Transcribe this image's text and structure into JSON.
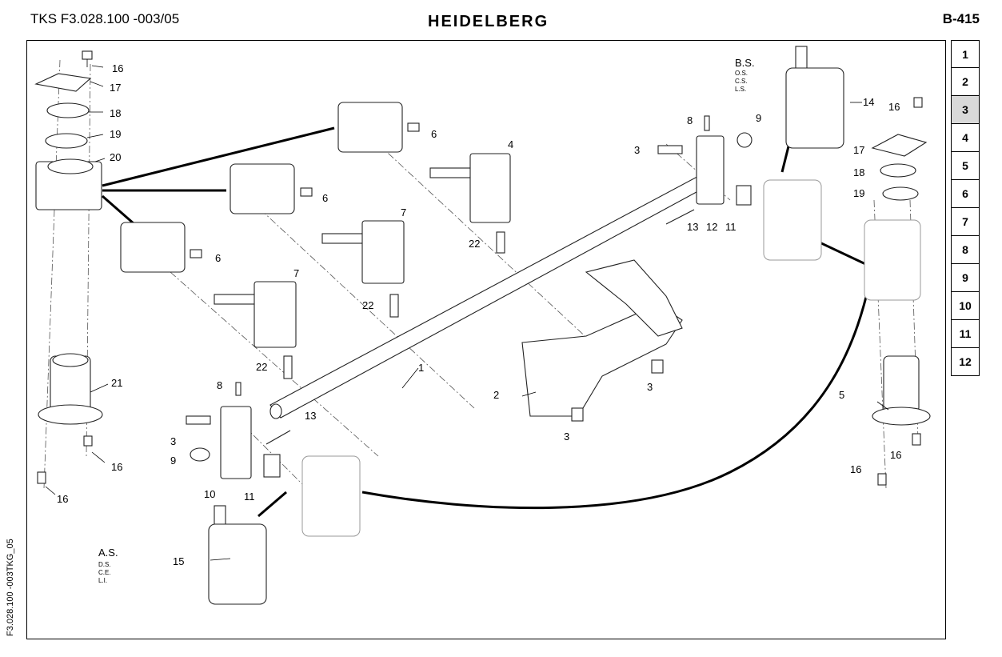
{
  "header": {
    "doc_code": "TKS F3.028.100 -003/05",
    "brand": "HEIDELBERG",
    "page_ref": "B-415"
  },
  "side_code": "F3.028.100 -003TKG_05",
  "tabs": {
    "items": [
      "1",
      "2",
      "3",
      "4",
      "5",
      "6",
      "7",
      "8",
      "9",
      "10",
      "11",
      "12"
    ],
    "active": "3"
  },
  "side_labels": {
    "bs": {
      "title": "B.S.",
      "lines": [
        "O.S.",
        "C.S.",
        "L.S."
      ]
    },
    "as": {
      "title": "A.S.",
      "lines": [
        "D.S.",
        "C.E.",
        "L.I."
      ]
    }
  },
  "callouts": {
    "c1": "1",
    "c2": "2",
    "c3a": "3",
    "c3b": "3",
    "c3c": "3",
    "c3d": "3",
    "c4": "4",
    "c5": "5",
    "c6a": "6",
    "c6b": "6",
    "c6c": "6",
    "c7a": "7",
    "c7b": "7",
    "c8a": "8",
    "c8b": "8",
    "c9a": "9",
    "c9b": "9",
    "c10": "10",
    "c11a": "11",
    "c11b": "11",
    "c12": "12",
    "c13a": "13",
    "c13b": "13",
    "c14": "14",
    "c15": "15",
    "c16a": "16",
    "c16b": "16",
    "c16c": "16",
    "c16d": "16",
    "c16e": "16",
    "c16f": "16",
    "c17a": "17",
    "c17b": "17",
    "c18a": "18",
    "c18b": "18",
    "c19a": "19",
    "c19b": "19",
    "c20": "20",
    "c21": "21",
    "c22a": "22",
    "c22b": "22",
    "c22c": "22"
  }
}
